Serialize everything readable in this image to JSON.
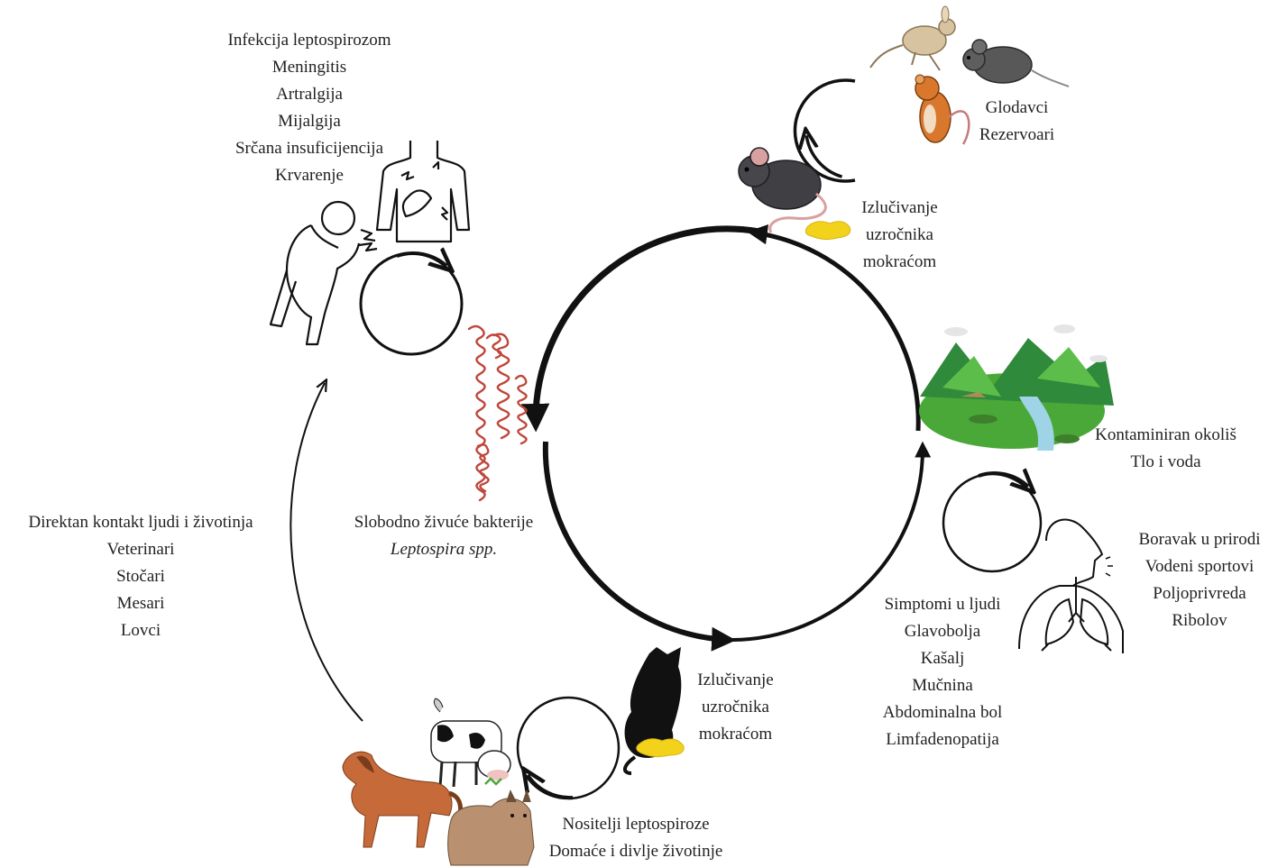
{
  "colors": {
    "stroke": "#111111",
    "bacteria": "#c0463a",
    "urine": "#f2d21b",
    "grass": "#4aa838",
    "water": "#9fd4e6",
    "horse": "#c76a3a",
    "lynx": "#b99170",
    "rodent_tan": "#d8c3a0",
    "rodent_grey": "#585858",
    "rodent_orange": "#d9782c"
  },
  "icons": {
    "rodents": "rodent-group-icon",
    "rat": "rat-icon",
    "landscape": "landscape-icon",
    "respiratory": "lungs-icon",
    "cat": "cat-icon",
    "livestock": "livestock-icon",
    "sick_person": "sick-person-icon",
    "chest_pain": "chest-pain-icon",
    "bacteria": "leptospira-bacteria-icon"
  },
  "labels": {
    "symptoms_severe": [
      "Infekcija leptospirozom",
      "Meningitis",
      "Artralgija",
      "Mijalgija",
      "Srčana insuficijencija",
      "Krvarenje"
    ],
    "rodents": [
      "Glodavci",
      "Rezervoari"
    ],
    "excretion_top": [
      "Izlučivanje",
      "uzročnika",
      "mokraćom"
    ],
    "environment": [
      "Kontaminiran okoliš",
      "Tlo i voda"
    ],
    "exposure": [
      "Boravak u prirodi",
      "Vodeni sportovi",
      "Poljoprivreda",
      "Ribolov"
    ],
    "symptoms_mild": [
      "Simptomi u ljudi",
      "Glavobolja",
      "Kašalj",
      "Mučnina",
      "Abdominalna bol",
      "Limfadenopatija"
    ],
    "excretion_bottom": [
      "Izlučivanje",
      "uzročnika",
      "mokraćom"
    ],
    "carriers": [
      "Nositelji leptospiroze",
      "Domaće i divlje životinje"
    ],
    "direct_contact": [
      "Direktan kontakt ljudi i životinja",
      "Veterinari",
      "Stočari",
      "Mesari",
      "Lovci"
    ],
    "bacteria_title": "Slobodno živuće bakterije",
    "bacteria_species": "Leptospira spp."
  }
}
